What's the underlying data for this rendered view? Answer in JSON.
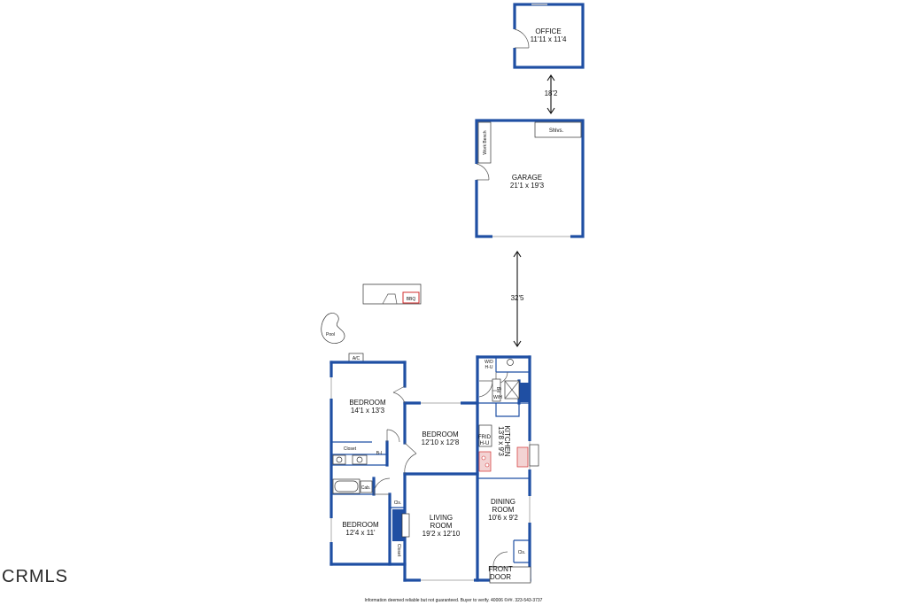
{
  "rooms": {
    "office": {
      "name": "OFFICE",
      "dims": "11'11 x 11'4"
    },
    "garage": {
      "name": "GARAGE",
      "dims": "21'1 x 19'3"
    },
    "bedroom_top": {
      "name": "BEDROOM",
      "dims": "14'1 x 13'3"
    },
    "bedroom_mid": {
      "name": "BEDROOM",
      "dims": "12'10 x 12'8"
    },
    "bedroom_bottom": {
      "name": "BEDROOM",
      "dims": "12'4 x 11'"
    },
    "living": {
      "name": "LIVING",
      "name2": "ROOM",
      "dims": "19'2 x 12'10"
    },
    "dining": {
      "name": "DINING",
      "name2": "ROOM",
      "dims": "10'6 x 9'2"
    },
    "kitchen": {
      "name": "KITCHEN",
      "dims": "13'8 x 9'3"
    },
    "front_door": {
      "name": "FRONT",
      "name2": "DOOR"
    }
  },
  "fixtures": {
    "work_bench": "Work Bench",
    "shelves": "Shlvs.",
    "bbq": "BBQ",
    "pool": "Pool",
    "ac": "A/C",
    "closet": "Closet",
    "closet_vertical": "Closet",
    "bi": "B-I",
    "cab": "Cab.",
    "cls_living": "Cls.",
    "cls_front": "Cls.",
    "frid": "FRID",
    "hu_kitchen": "H-U",
    "wd": "W/D",
    "hu_laundry": "H-U",
    "bi_small": "B-I",
    "wh": "W/H"
  },
  "distances": {
    "office_garage": "18'2",
    "garage_house": "32'5"
  },
  "footer": "Information deemed reliable but not guaranteed. Buyer to verify. 40006 ©##. 323-543-3737",
  "watermark": "CRMLS"
}
